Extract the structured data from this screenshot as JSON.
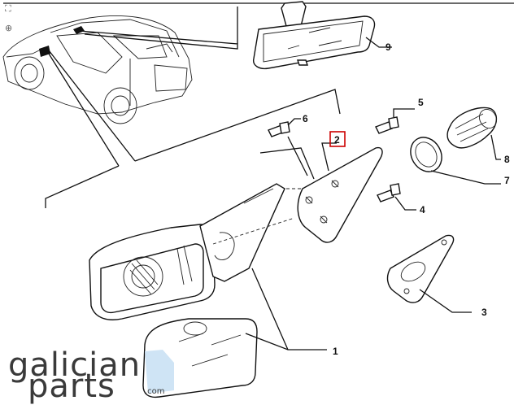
{
  "toolbar": {
    "fit_icon": "fit-to-screen-icon",
    "zoom_icon": "zoom-in-icon",
    "fit_glyph": "⛶",
    "zoom_glyph": "⊕"
  },
  "callouts": [
    {
      "id": "1",
      "text": "1"
    },
    {
      "id": "2",
      "text": "2",
      "highlighted": true
    },
    {
      "id": "3",
      "text": "3"
    },
    {
      "id": "4",
      "text": "4"
    },
    {
      "id": "5",
      "text": "5"
    },
    {
      "id": "6",
      "text": "6"
    },
    {
      "id": "7",
      "text": "7"
    },
    {
      "id": "8",
      "text": "8"
    },
    {
      "id": "9",
      "text": "9"
    }
  ],
  "watermark": {
    "line1": "galician",
    "line2": "parts",
    "suffix": ".com",
    "accent_color": "#cfe4f5"
  },
  "colors": {
    "highlight_box": "#cc0000",
    "line": "#111111"
  }
}
